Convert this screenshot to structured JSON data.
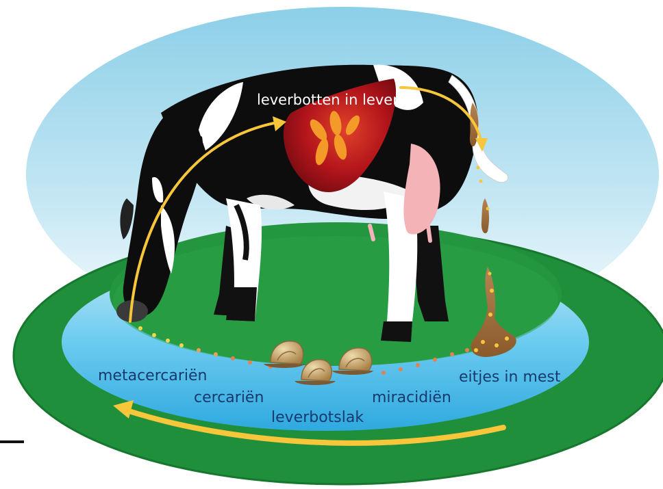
{
  "labels": {
    "liver": "leverbotten in lever",
    "metacercariae": "metacercariën",
    "cercariae": "cercariën",
    "snail": "leverbotslak",
    "miracidia": "miracidiën",
    "eggs": "eitjes in mest"
  },
  "colors": {
    "sky": "#a9d9ec",
    "grass": "#1f8f3c",
    "water": "#5cc0e6",
    "arrow": "#f7c63a",
    "liver": "#b3151b",
    "dung": "#9b6b3a",
    "cow_black": "#0d0d0d",
    "udder": "#f3b3b7"
  }
}
